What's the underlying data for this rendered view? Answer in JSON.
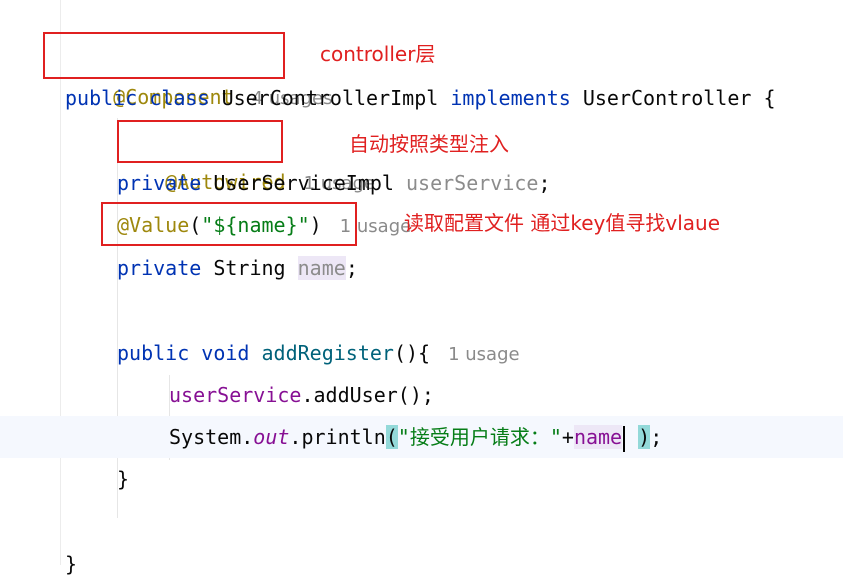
{
  "code": {
    "line1": {
      "annotation": "@Component",
      "hint": "4 usages"
    },
    "line2": {
      "kw1": "public",
      "kw2": "class",
      "name": "UserControllerImpl",
      "kw3": "implements",
      "iface": "UserController",
      "brace": "{"
    },
    "line3": {
      "annotation": "@Autowired",
      "hint": "1 usage"
    },
    "line4": {
      "kw": "private",
      "type": "UserServiceImpl",
      "field": "userService",
      "end": ";"
    },
    "line5": {
      "annotation": "@Value",
      "open": "(",
      "string": "\"${name}\"",
      "close": ")",
      "hint": "1 usage"
    },
    "line6": {
      "kw": "private",
      "type": "String",
      "field": "name",
      "end": ";"
    },
    "line7": {
      "kw1": "public",
      "kw2": "void",
      "method": "addRegister",
      "parens": "(){",
      "hint": "1 usage"
    },
    "line8": {
      "field": "userService",
      "call": ".addUser();"
    },
    "line9": {
      "obj": "System.",
      "static": "out",
      "call": ".println",
      "open": "(",
      "string": "\"接受用户请求：\"",
      "plus": "+",
      "field": "name",
      "close": ")",
      "end": ";"
    },
    "line10": {
      "brace": "}"
    },
    "line11": {
      "brace": "}"
    }
  },
  "notes": {
    "controller": "controller层",
    "autowired": "自动按照类型注入",
    "value": "读取配置文件 通过key值寻找vlaue"
  },
  "colors": {
    "keyword": "#0033b3",
    "annotation": "#9e880d",
    "string": "#067d17",
    "field": "#871094",
    "note": "#e02020"
  }
}
